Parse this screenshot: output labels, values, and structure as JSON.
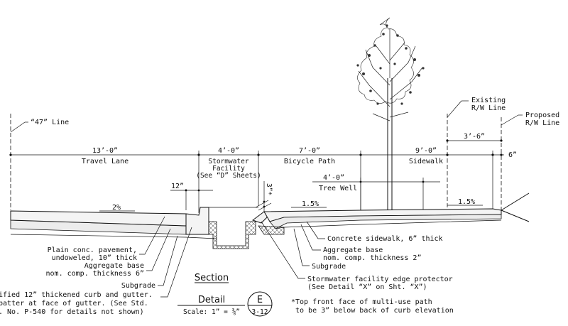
{
  "lines": {
    "line_47": "“47” Line",
    "existing_rw": [
      "Existing",
      "R/W Line"
    ],
    "proposed_rw": [
      "Proposed",
      "R/W Line"
    ]
  },
  "dimensions": {
    "travel_lane_width": "13’-0”",
    "stormwater_width": "4’-0”",
    "bicycle_path_width": "7’-0”",
    "sidewalk_width": "9’-0”",
    "rw_offset": "3’-6”",
    "edge_offset": "6”",
    "curb_width": "12”",
    "drop": "3”*",
    "tree_well_width": "4’-0”"
  },
  "zones": {
    "travel_lane": "Travel Lane",
    "stormwater": [
      "Stormwater",
      "Facility",
      "(See “D” Sheets)"
    ],
    "bicycle_path": "Bicycle Path",
    "sidewalk": "Sidewalk",
    "tree_well": "Tree Well"
  },
  "slopes": {
    "lane": "2%",
    "path": "1.5%",
    "sidewalk": "1.5%"
  },
  "callouts": {
    "concrete_sidewalk": "Concrete sidewalk, 6” thick",
    "aggregate_base_right": [
      "Aggregate base",
      "nom. comp. thickness 2”"
    ],
    "subgrade_right": "Subgrade",
    "edge_protector": [
      "Stormwater facility edge protector",
      "(See Detail “X” on Sht. “X”)"
    ],
    "plain_pavement": [
      "Plain conc. pavement,",
      "undoweled, 10” thick"
    ],
    "aggregate_base_left": [
      "Aggregate base",
      "nom. comp. thickness 6”"
    ],
    "subgrade_left": "Subgrade",
    "curb_note": [
      "ified 12” thickened curb and gutter.",
      "batter at face of gutter. (See Std.",
      ". No. P-540 for details not shown)"
    ]
  },
  "title_block": {
    "section": "Section",
    "detail": "Detail",
    "scale": "Scale: 1” = ⅜”",
    "detail_letter": "E",
    "sheet_ref": "3-12"
  },
  "footnote": [
    "*Top front face of multi-use path",
    "to be 3” below back of curb elevation"
  ]
}
